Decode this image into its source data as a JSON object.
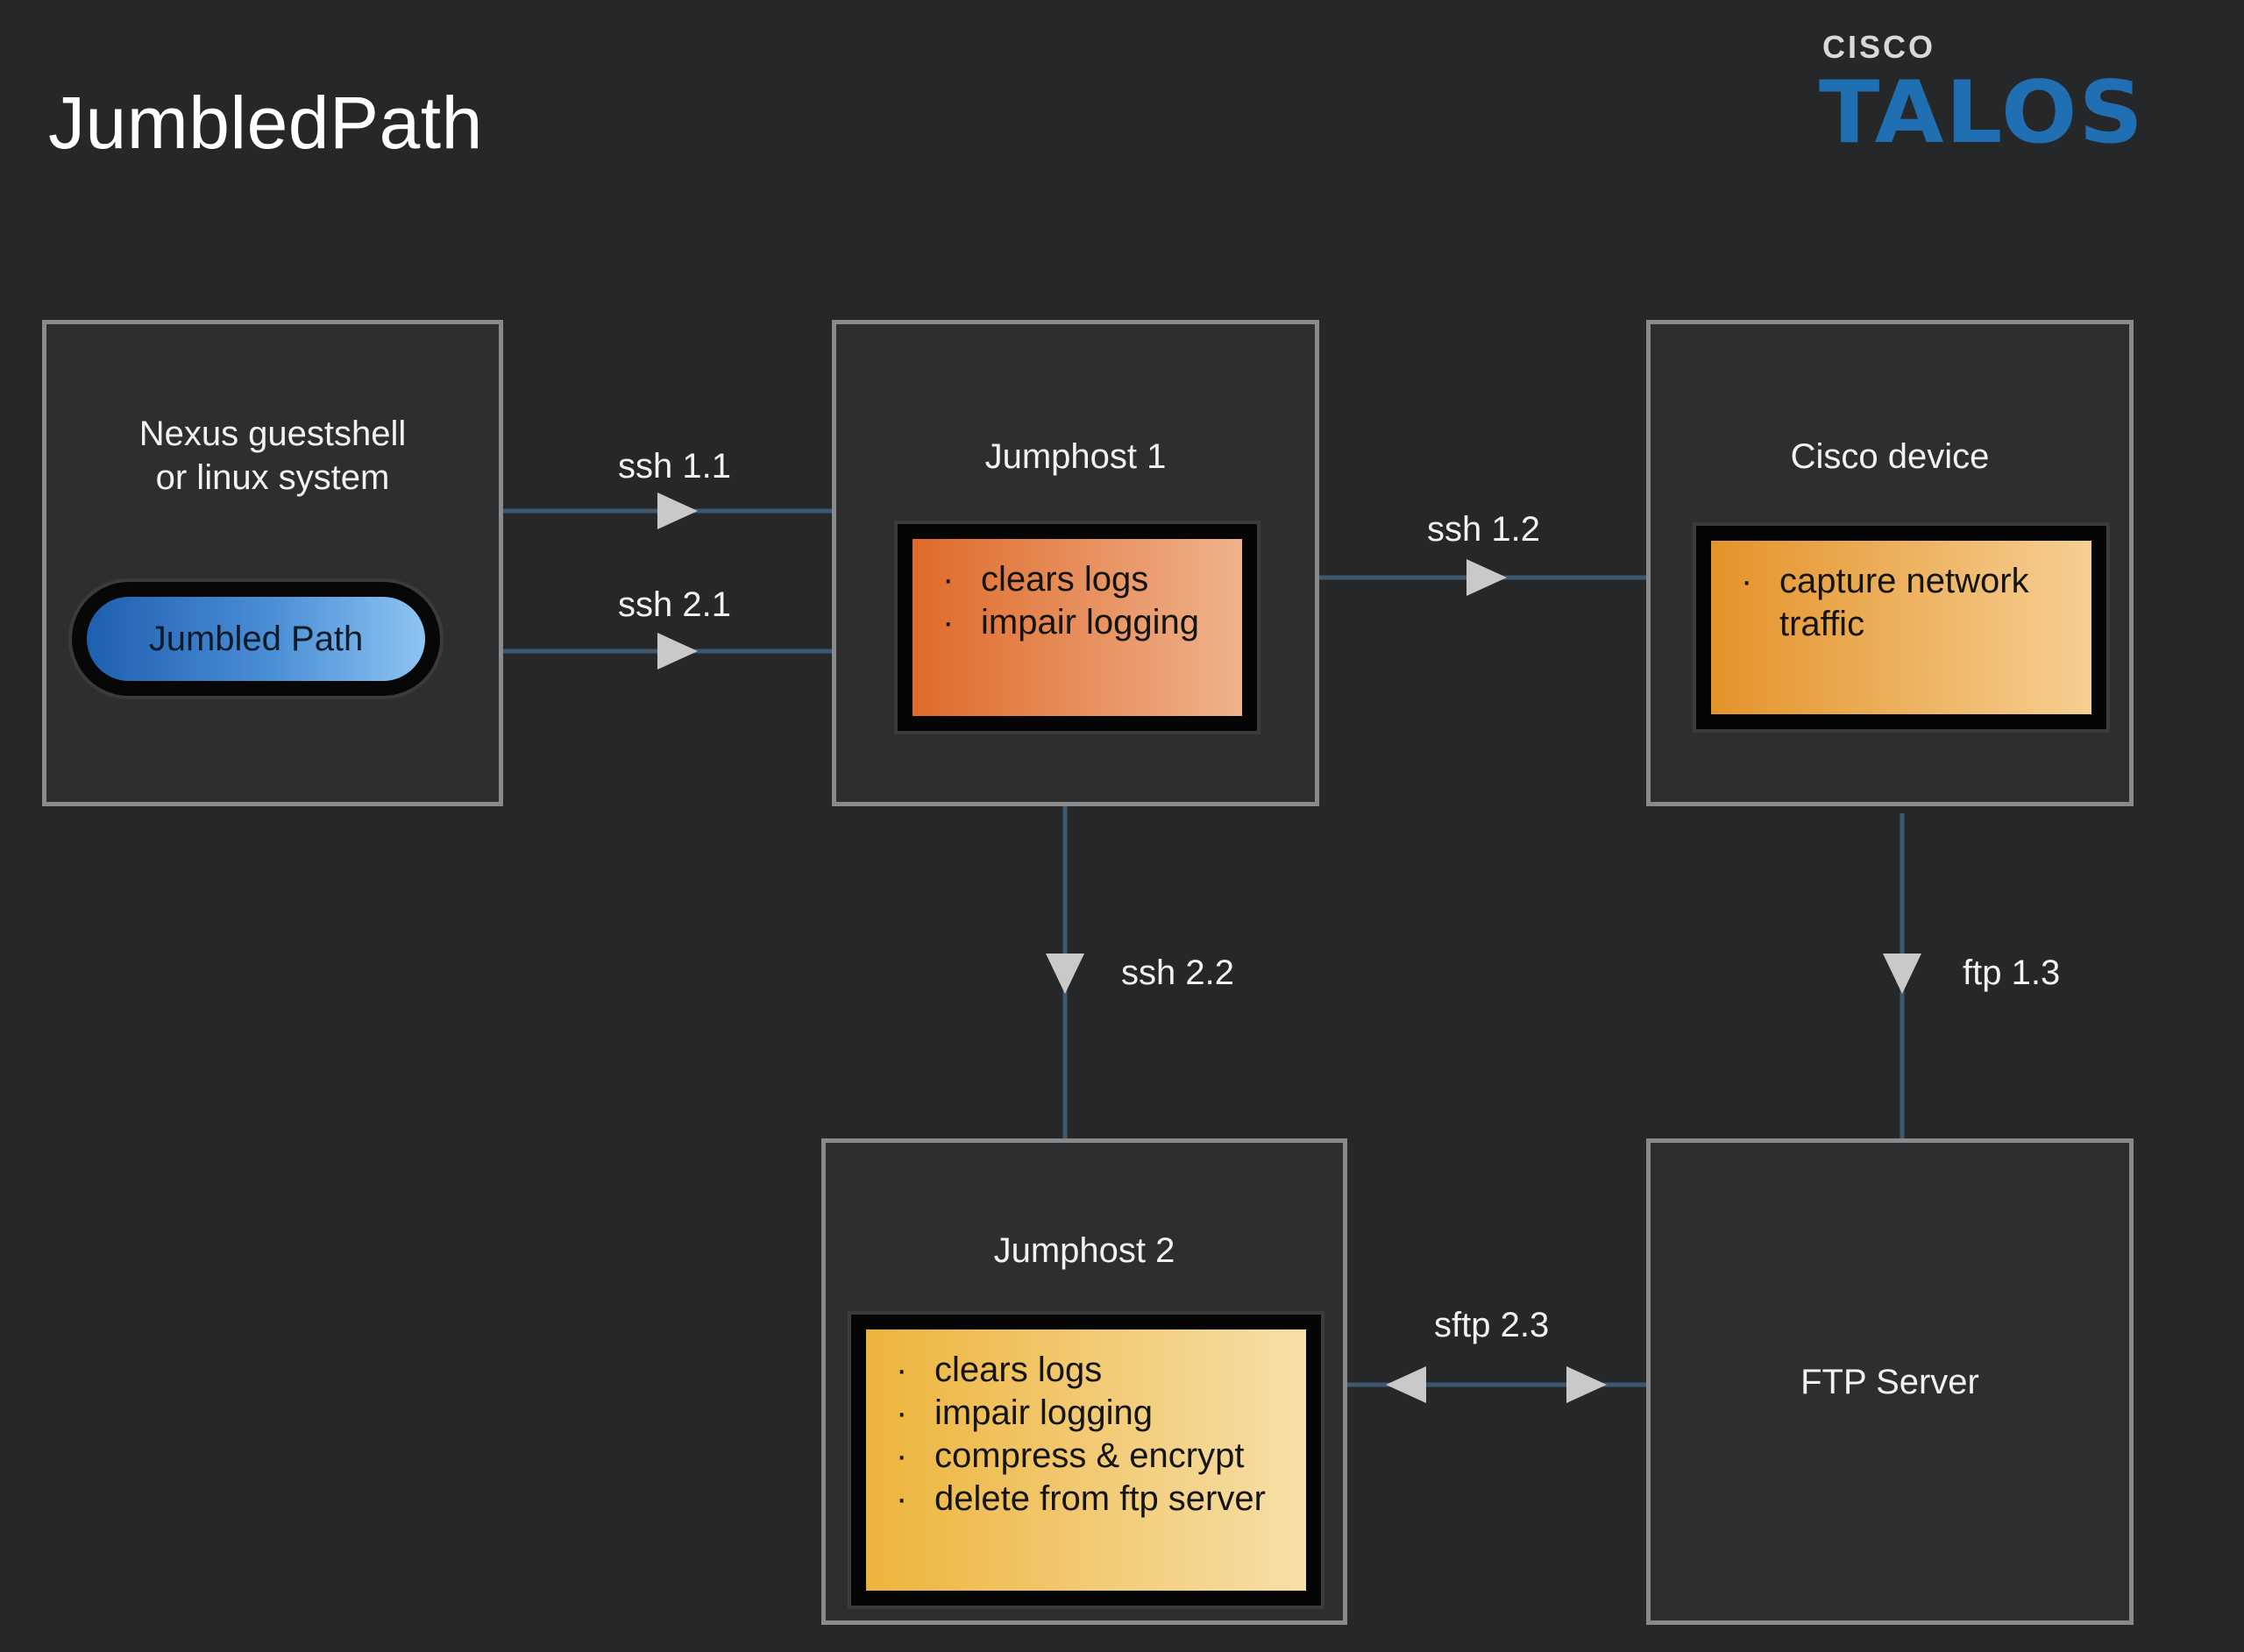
{
  "title": "JumbledPath",
  "brand": {
    "top_text": "CISCO",
    "name": "TALOS",
    "color": "#1f6fb2"
  },
  "nodes": {
    "origin": {
      "title_lines": [
        "Nexus guestshell",
        "or linux system"
      ],
      "pill_label": "Jumbled Path"
    },
    "jumphost1": {
      "title": "Jumphost 1",
      "actions": [
        "clears logs",
        "impair logging"
      ]
    },
    "cisco_device": {
      "title": "Cisco device",
      "actions": [
        "capture network traffic"
      ]
    },
    "jumphost2": {
      "title": "Jumphost 2",
      "actions": [
        "clears logs",
        "impair logging",
        "compress & encrypt",
        "delete from ftp server"
      ]
    },
    "ftp_server": {
      "title": "FTP Server"
    }
  },
  "connections": [
    {
      "id": "ssh11",
      "label": "ssh 1.1",
      "from": "origin",
      "to": "jumphost1"
    },
    {
      "id": "ssh21",
      "label": "ssh 2.1",
      "from": "origin",
      "to": "jumphost1"
    },
    {
      "id": "ssh12",
      "label": "ssh 1.2",
      "from": "jumphost1",
      "to": "cisco_device"
    },
    {
      "id": "ssh22",
      "label": "ssh 2.2",
      "from": "jumphost1",
      "to": "jumphost2"
    },
    {
      "id": "ftp13",
      "label": "ftp 1.3",
      "from": "cisco_device",
      "to": "ftp_server"
    },
    {
      "id": "sftp23",
      "label": "sftp 2.3",
      "from": "jumphost2",
      "to": "ftp_server",
      "bidirectional": true
    }
  ],
  "bullet": "·",
  "colors": {
    "background": "#262729",
    "box_border": "#8a8a8a",
    "connector": "#3e5870",
    "arrow": "#c9c9c9",
    "pill_gradient": [
      "#1f5fb0",
      "#8ec4f2"
    ],
    "jumphost1_gradient": [
      "#df6a2a",
      "#efb28c"
    ],
    "cisco_device_gradient": [
      "#e4932a",
      "#f6cf92"
    ],
    "jumphost2_gradient": [
      "#edb43c",
      "#f7dfa8"
    ]
  }
}
